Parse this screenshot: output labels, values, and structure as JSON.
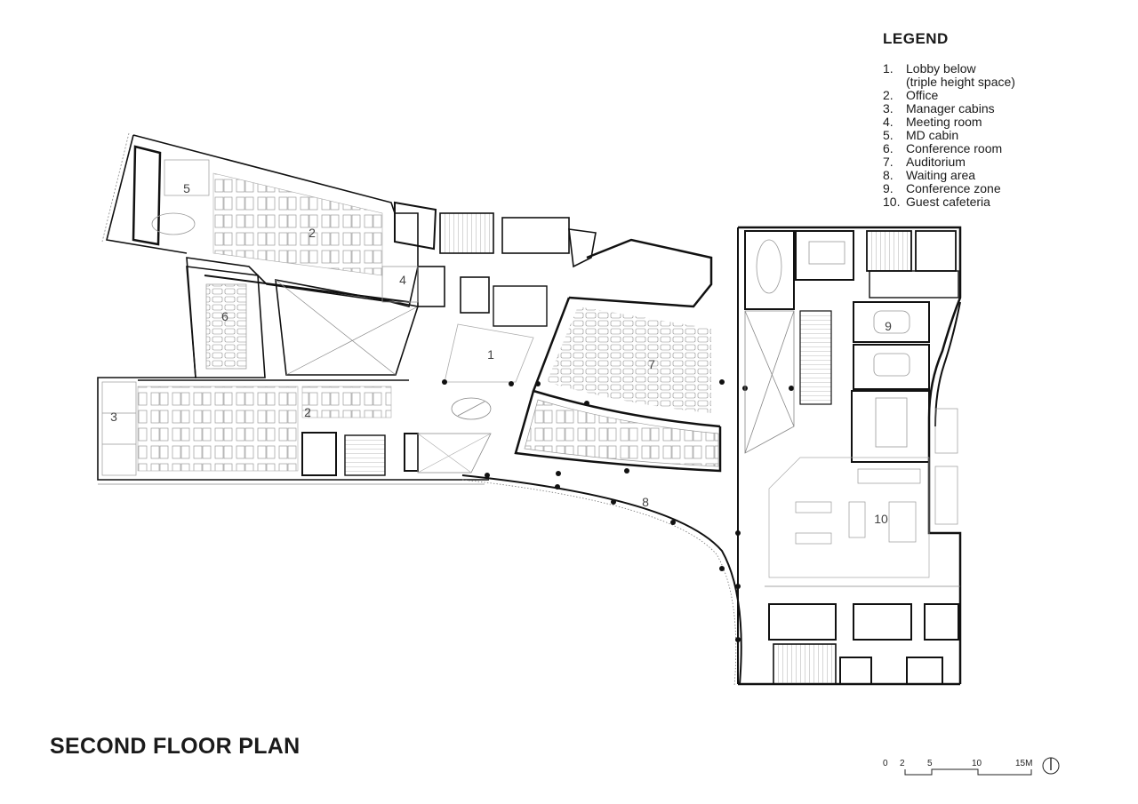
{
  "legend": {
    "title": "LEGEND",
    "items": [
      {
        "num": "1.",
        "label": "Lobby below\n(triple height space)"
      },
      {
        "num": "2.",
        "label": "Office"
      },
      {
        "num": "3.",
        "label": "Manager cabins"
      },
      {
        "num": "4.",
        "label": "Meeting room"
      },
      {
        "num": "5.",
        "label": "MD cabin"
      },
      {
        "num": "6.",
        "label": "Conference room"
      },
      {
        "num": "7.",
        "label": "Auditorium"
      },
      {
        "num": "8.",
        "label": "Waiting area"
      },
      {
        "num": "9.",
        "label": "Conference zone"
      },
      {
        "num": "10.",
        "label": "Guest cafeteria"
      }
    ]
  },
  "plan": {
    "title": "SECOND FLOOR PLAN",
    "room_labels": {
      "lobby": "1",
      "office_north": "2",
      "office_south": "2",
      "manager_cabins": "3",
      "meeting_room": "4",
      "md_cabin": "5",
      "conference_room": "6",
      "auditorium": "7",
      "waiting_area": "8",
      "conference_zone": "9",
      "guest_cafeteria": "10"
    }
  },
  "scale_bar": {
    "ticks": [
      "0",
      "2",
      "5",
      "10",
      "15M"
    ]
  },
  "colors": {
    "wall": "#111111",
    "fine_line": "#8a8a8a",
    "text": "#1a1a1a"
  }
}
